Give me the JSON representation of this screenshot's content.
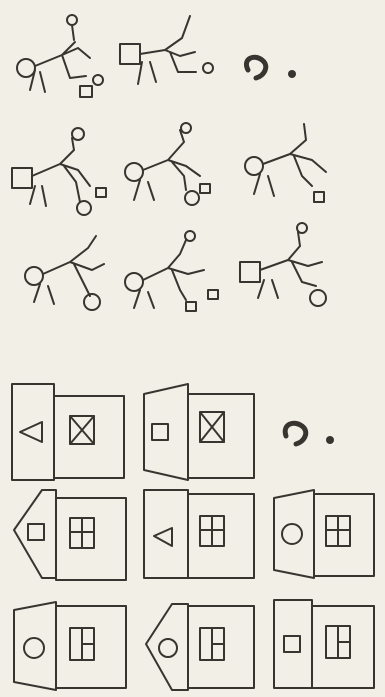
{
  "puzzle_stickmen": {
    "question_mark": "?",
    "cells": [
      {
        "id": "r1c1",
        "pose": "square-top-left-none",
        "head": "left",
        "ball": "circle",
        "ball_pos": "bottom-mid",
        "extra": "square-bottom"
      },
      {
        "id": "r1c2",
        "head": "none",
        "square": "left"
      },
      {
        "id": "r1c3",
        "unknown": true
      },
      {
        "id": "r2c1",
        "square": "left",
        "circle": "bottom"
      },
      {
        "id": "r2c2",
        "head": "left",
        "circle": "bottom"
      },
      {
        "id": "r2c3",
        "head": "left",
        "square": "bottom"
      },
      {
        "id": "r3c1",
        "head": "left",
        "circle": "bottom"
      },
      {
        "id": "r3c2",
        "head": "left",
        "square": "bottom"
      },
      {
        "id": "r3c3",
        "square": "left",
        "circle": "bottom"
      }
    ]
  },
  "puzzle_houses": {
    "question_mark": "?",
    "cells": [
      {
        "id": "h1c1",
        "roof": "flat-rect",
        "window_left": "triangle",
        "window_right": "crossed-square"
      },
      {
        "id": "h1c2",
        "roof": "slanted",
        "window_left": "square",
        "window_right": "crossed-square"
      },
      {
        "id": "h1c3",
        "unknown": true
      },
      {
        "id": "h2c1",
        "roof": "gable",
        "window_left": "square",
        "window_right": "grid-window"
      },
      {
        "id": "h2c2",
        "roof": "flat-rect",
        "window_left": "triangle",
        "window_right": "grid-window"
      },
      {
        "id": "h2c3",
        "roof": "slanted",
        "window_left": "circle",
        "window_right": "grid-window"
      },
      {
        "id": "h3c1",
        "roof": "slanted",
        "window_left": "circle",
        "window_right": "t-window"
      },
      {
        "id": "h3c2",
        "roof": "gable",
        "window_left": "circle",
        "window_right": "t-window"
      },
      {
        "id": "h3c3",
        "roof": "flat-rect",
        "window_left": "square",
        "window_right": "t-window"
      }
    ]
  }
}
